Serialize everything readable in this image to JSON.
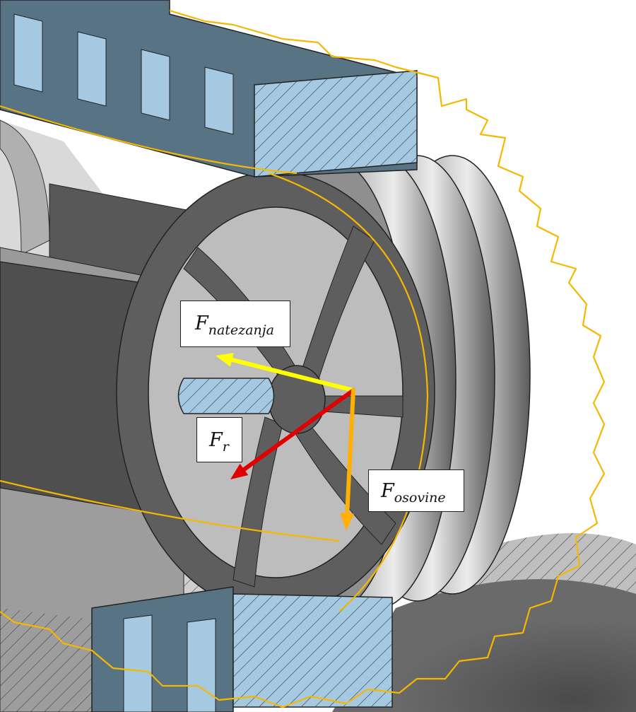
{
  "diagram": {
    "colors": {
      "gear_fill": "#a6c9e2",
      "gear_dark": "#587384",
      "pulley_dark": "#5a5a5a",
      "pulley_mid": "#8d8d8d",
      "pulley_light": "#c9c9c9",
      "belt_outline": "#f5b800",
      "arrow_natezanja": "#ffff00",
      "arrow_r": "#e00000",
      "arrow_osovine": "#ffb000"
    },
    "forces": [
      {
        "id": "natezanja",
        "symbol": "F",
        "subscript": "natezanja",
        "color": "#ffff00"
      },
      {
        "id": "r",
        "symbol": "F",
        "subscript": "r",
        "color": "#e00000"
      },
      {
        "id": "osovine",
        "symbol": "F",
        "subscript": "osovine",
        "color": "#ffb000"
      }
    ]
  }
}
